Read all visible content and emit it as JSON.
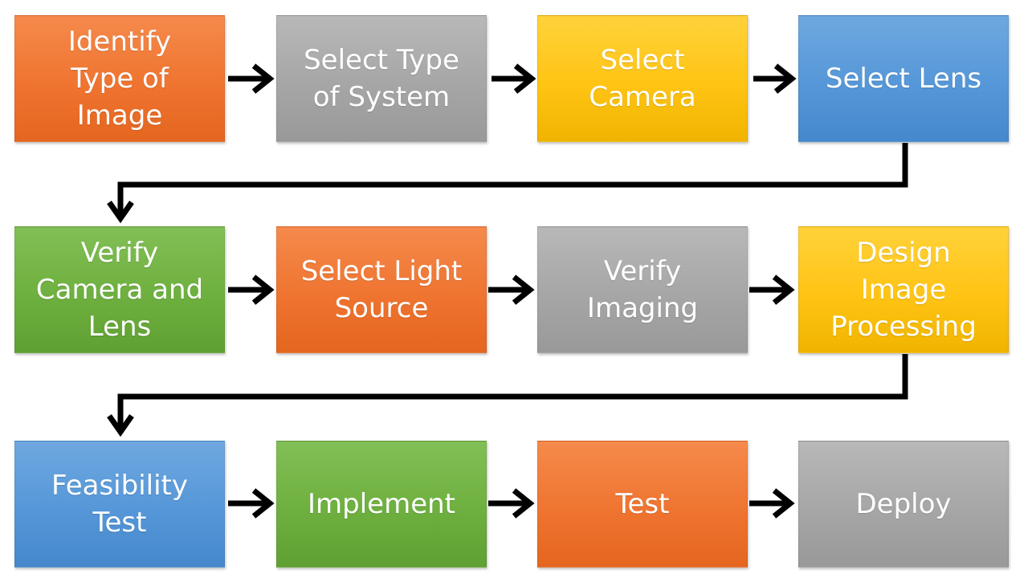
{
  "steps": [
    {
      "label": "Identify\nType of\nImage"
    },
    {
      "label": "Select Type\nof System"
    },
    {
      "label": "Select\nCamera"
    },
    {
      "label": "Select Lens"
    },
    {
      "label": "Verify\nCamera and\nLens"
    },
    {
      "label": "Select Light\nSource"
    },
    {
      "label": "Verify\nImaging"
    },
    {
      "label": "Design\nImage\nProcessing"
    },
    {
      "label": "Feasibility\nTest"
    },
    {
      "label": "Implement"
    },
    {
      "label": "Test"
    },
    {
      "label": "Deploy"
    }
  ],
  "colors": {
    "orange": "#ef7430",
    "gray": "#a6a6a6",
    "yellow": "#ffc414",
    "blue": "#5597d8",
    "green": "#6eb03f",
    "arrow": "#000000"
  }
}
